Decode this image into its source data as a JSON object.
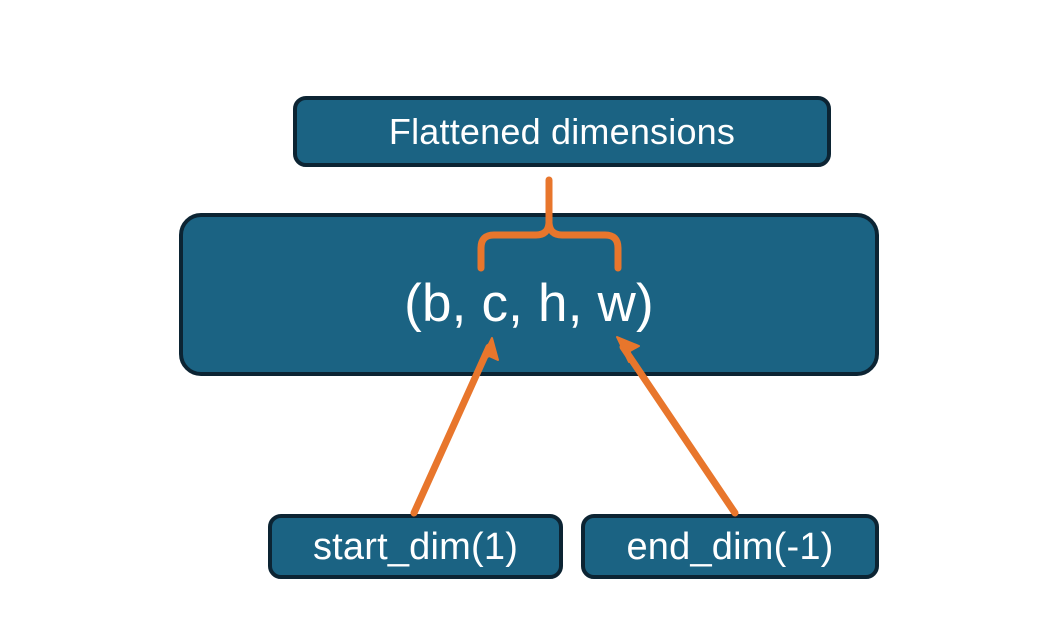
{
  "diagram": {
    "title_node": {
      "label": "Flattened dimensions"
    },
    "shape_node": {
      "label": "(b, c, h, w)"
    },
    "start_dim_node": {
      "label": "start_dim(1)"
    },
    "end_dim_node": {
      "label": "end_dim(-1)"
    },
    "connectors": {
      "brace": {
        "name": "curly-brace-connector",
        "spans_dims": "c, h, w",
        "points_to": "Flattened dimensions"
      },
      "arrow_start_dim": {
        "name": "arrow-start-dim-to-c",
        "from": "start_dim(1)",
        "to": "c"
      },
      "arrow_end_dim": {
        "name": "arrow-end-dim-to-w",
        "from": "end_dim(-1)",
        "to": "w"
      }
    },
    "colors": {
      "node_fill": "#1b6383",
      "node_border": "#0c2433",
      "node_text": "#ffffff",
      "accent_orange": "#e8762c",
      "background": "#ffffff"
    }
  }
}
